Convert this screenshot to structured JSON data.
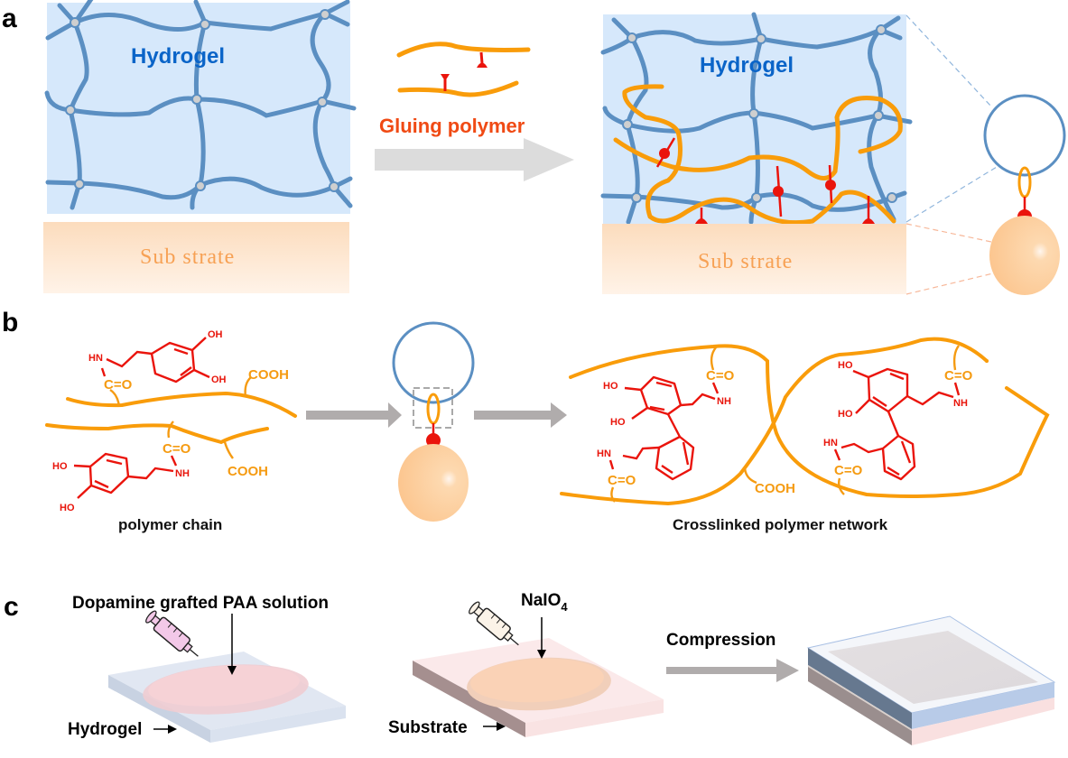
{
  "figure": {
    "panel_a": {
      "label": "a",
      "left_hydrogel_label": "Hydrogel",
      "left_substrate_label": "Sub strate",
      "arrow_label": "Gluing polymer",
      "right_hydrogel_label": "Hydrogel",
      "right_substrate_label": "Sub strate"
    },
    "panel_b": {
      "label": "b",
      "left_caption": "polymer chain",
      "right_caption": "Crosslinked  polymer network",
      "chem_groups": {
        "oh": "OH",
        "ho": "HO",
        "hn": "HN",
        "nh": "NH",
        "carbonyl": "C=O",
        "carboxyl": "COOH"
      }
    },
    "panel_c": {
      "label": "c",
      "step1_label": "Dopamine grafted PAA solution",
      "step1_pointer": "Hydrogel",
      "step2_label": "NaIO",
      "step2_subscript": "4",
      "step2_pointer": "Substrate",
      "step3_label": "Compression"
    },
    "colors": {
      "hydrogel_blue": "#5b8fc2",
      "hydrogel_fill": "#d6e8fb",
      "glue_orange": "#f99c0a",
      "catechol_red": "#ea140c",
      "substrate_peach": "#fde2c8",
      "arrow_gray": "#b0acac"
    }
  }
}
